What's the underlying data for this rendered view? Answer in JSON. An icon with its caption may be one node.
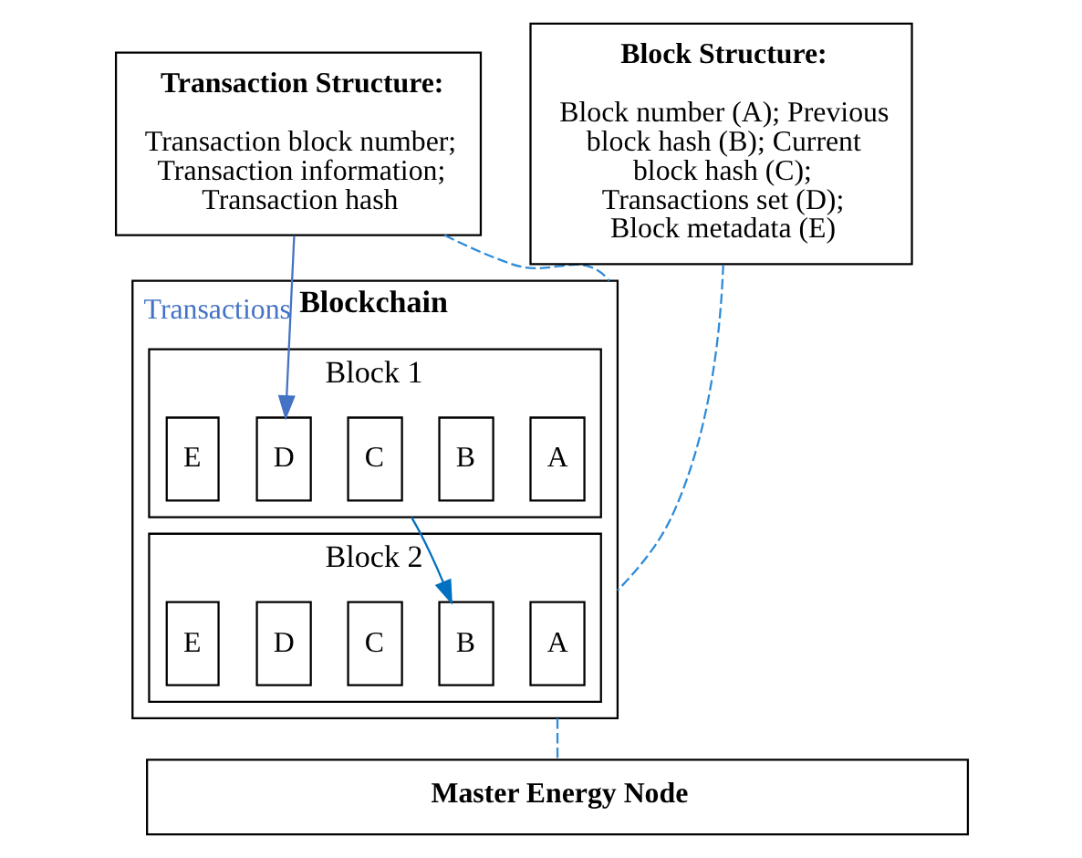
{
  "diagram": {
    "nodes": [
      {
        "text": [
          "Transaction Structure:",
          "Transaction block number; Transaction information; Transaction hash"
        ]
      },
      {
        "text": [
          "Block Structure:",
          "Block number (A); Previous block hash (B); Current block hash (C); Transactions set (D); Block metadata (E)"
        ]
      },
      {
        "text": [
          "Blockchain"
        ]
      },
      {
        "text": [
          "Block 1"
        ],
        "in": 2
      },
      {
        "text": [
          "A"
        ],
        "in": 3
      },
      {
        "text": [
          "B"
        ],
        "in": 3
      },
      {
        "text": [
          "C"
        ],
        "in": 3
      },
      {
        "text": [
          "D"
        ],
        "in": 3
      },
      {
        "text": [
          "E"
        ],
        "in": 3
      },
      {
        "text": [
          "Block 2"
        ],
        "in": 2
      },
      {
        "text": [
          "A"
        ],
        "in": 9
      },
      {
        "text": [
          "B"
        ],
        "in": 9
      },
      {
        "text": [
          "C"
        ],
        "in": 9
      },
      {
        "text": [
          "D"
        ],
        "in": 9
      },
      {
        "text": [
          "E"
        ],
        "in": 9
      },
      {
        "text": [
          "Master Energy Node"
        ]
      }
    ],
    "edges": [
      {
        "from": 0,
        "to": 7,
        "arrow": "to",
        "label": "Transactions",
        "color": "#4472c4"
      },
      {
        "from": 3,
        "to": 11,
        "arrow": "to",
        "color": "#0070c0"
      },
      {
        "from": 0,
        "to": 2,
        "arrow": "none",
        "style": "dashed",
        "color": "#2e8bd8"
      },
      {
        "from": 1,
        "to": 2,
        "arrow": "none",
        "style": "dashed",
        "color": "#2e8bd8"
      },
      {
        "from": 2,
        "to": 15,
        "arrow": "none",
        "style": "dashed",
        "color": "#2e8bd8"
      }
    ]
  }
}
